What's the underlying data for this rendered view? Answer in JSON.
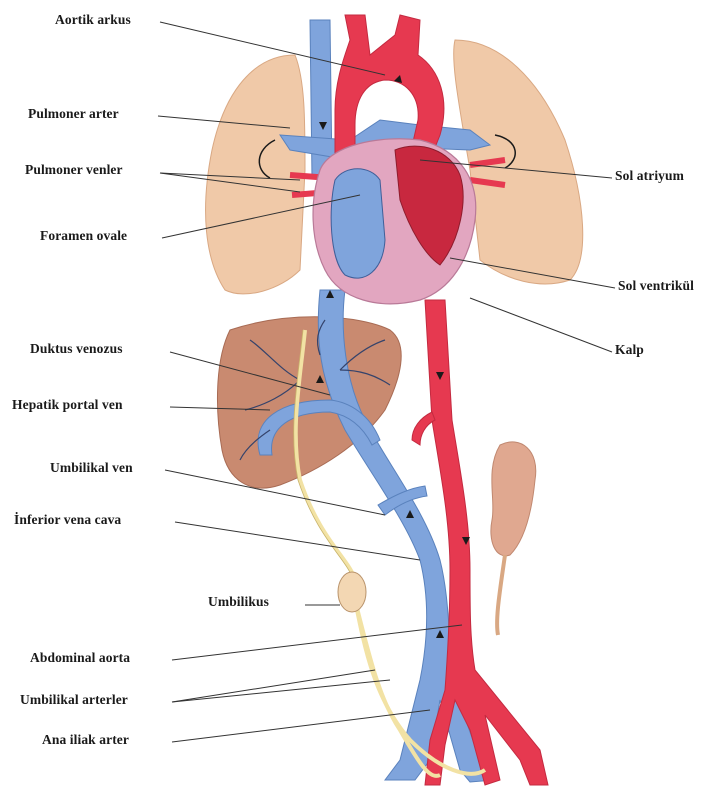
{
  "labels": {
    "aortik_arkus": "Aortik arkus",
    "pulmoner_arter": "Pulmoner arter",
    "pulmoner_venler": "Pulmoner venler",
    "foramen_ovale": "Foramen ovale",
    "duktus_venozus": "Duktus venozus",
    "hepatik_portal_ven": "Hepatik portal ven",
    "umbilikal_ven": "Umbilikal ven",
    "inferior_vena_cava": "İnferior vena cava",
    "umbilikus": "Umbilikus",
    "abdominal_aorta": "Abdominal aorta",
    "umbilikal_arterler": "Umbilikal arterler",
    "ana_iliak_arter": "Ana iliak arter",
    "sol_atriyum": "Sol atriyum",
    "sol_ventrikul": "Sol ventrikül",
    "kalp": "Kalp"
  },
  "colors": {
    "artery": "#e63950",
    "vein": "#7fa4dc",
    "lung": "#f0c9a8",
    "liver": "#c98a70",
    "kidney": "#e0a890",
    "heart": "#e2a6c0",
    "cord": "#f2e2a4",
    "leader": "#333333"
  }
}
